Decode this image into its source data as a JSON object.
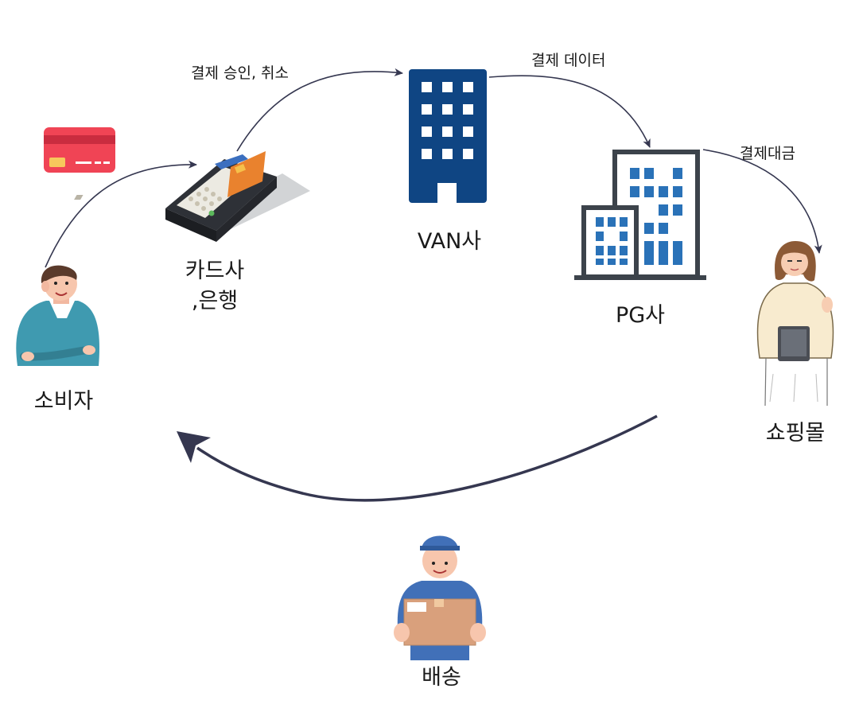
{
  "nodes": {
    "consumer": "소비자",
    "card_company_line1": "카드사",
    "card_company_line2": ",은행",
    "van": "VAN사",
    "pg": "PG사",
    "shopping_mall": "쇼핑몰",
    "delivery": "배송"
  },
  "edges": {
    "approval_cancel": "결제 승인, 취소",
    "payment_data": "결제 데이터",
    "payment_amount": "결제대금"
  },
  "colors": {
    "arrow": "#353750",
    "building_navy": "#0f4583",
    "building_outline": "#3c434b",
    "window_blue": "#2a72b8",
    "card_red": "#f04455",
    "card_chip": "#f7c85c"
  },
  "icons": {
    "card": "credit-card-icon",
    "terminal": "card-terminal-icon",
    "van_building": "office-building-icon",
    "pg_building": "office-buildings-icon",
    "consumer": "person-icon",
    "mall": "woman-with-tablet-icon",
    "delivery": "delivery-man-icon"
  }
}
